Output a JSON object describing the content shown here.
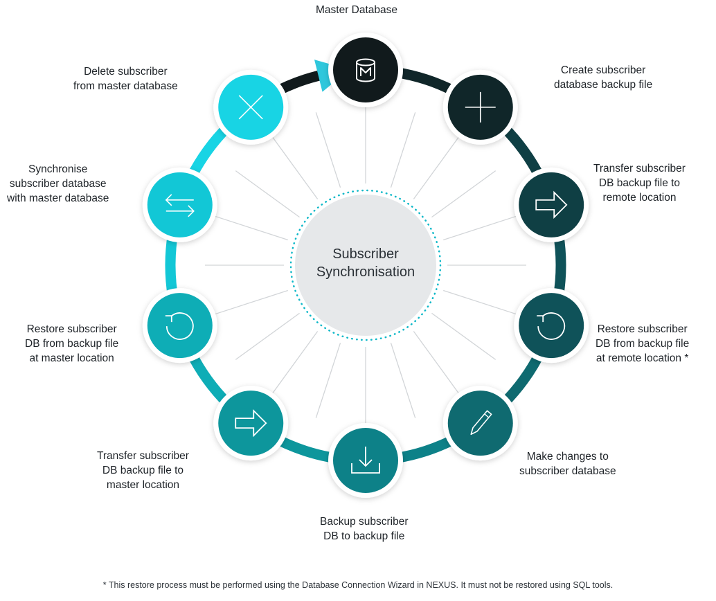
{
  "center": {
    "lines": [
      "Subscriber",
      "Synchronisation"
    ]
  },
  "steps": [
    {
      "id": "master",
      "lines": [
        "Master Database"
      ],
      "icon": "database-icon",
      "color": "#111a1c"
    },
    {
      "id": "create",
      "lines": [
        "Create subscriber",
        "database backup file"
      ],
      "icon": "plus-icon",
      "color": "#102629"
    },
    {
      "id": "transfer-remote",
      "lines": [
        "Transfer subscriber",
        "DB backup file to",
        "remote location"
      ],
      "icon": "arrow-right-icon",
      "color": "#0f3f44"
    },
    {
      "id": "restore-remote",
      "lines": [
        "Restore subscriber",
        "DB from backup file",
        "at remote location *"
      ],
      "icon": "restore-icon",
      "color": "#0f5259"
    },
    {
      "id": "make-changes",
      "lines": [
        "Make changes to",
        "subscriber database"
      ],
      "icon": "pencil-icon",
      "color": "#0f6a70"
    },
    {
      "id": "backup",
      "lines": [
        "Backup subscriber",
        "DB to backup file"
      ],
      "icon": "download-icon",
      "color": "#0d8188"
    },
    {
      "id": "transfer-master",
      "lines": [
        "Transfer subscriber",
        "DB backup file to",
        "master location"
      ],
      "icon": "arrow-right-icon",
      "color": "#0d969c"
    },
    {
      "id": "restore-master",
      "lines": [
        "Restore subscriber",
        "DB from backup file",
        "at master location"
      ],
      "icon": "restore-icon",
      "color": "#0eadb6"
    },
    {
      "id": "synchronise",
      "lines": [
        "Synchronise",
        "subscriber database",
        "with master database"
      ],
      "icon": "swap-icon",
      "color": "#12c7d6"
    },
    {
      "id": "delete",
      "lines": [
        "Delete subscriber",
        "from master database"
      ],
      "icon": "close-icon",
      "color": "#18d4e4"
    }
  ],
  "footnote": "* This restore process must be performed using the Database Connection Wizard in NEXUS. It must not be restored using SQL tools."
}
